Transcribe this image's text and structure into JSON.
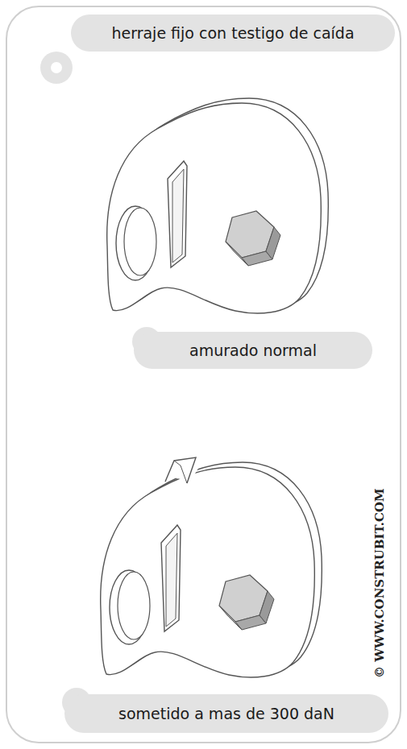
{
  "diagram": {
    "nodes": [
      {
        "text": [
          "herraje fijo con testigo de caída"
        ]
      },
      {
        "text": [
          "amurado normal"
        ]
      },
      {
        "text": [
          "sometido a mas de 300 daN"
        ]
      }
    ],
    "labels": [
      "© WWW.CONSTRUBIT.COM"
    ]
  }
}
